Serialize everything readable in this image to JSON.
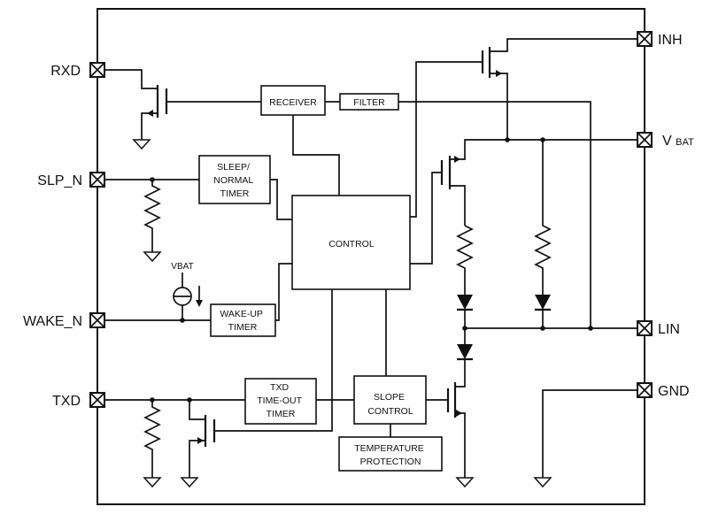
{
  "left_pins": {
    "rxd": "RXD",
    "slp_n": "SLP_N",
    "wake_n": "WAKE_N",
    "txd": "TXD"
  },
  "right_pins": {
    "inh": "INH",
    "vbat_main": "V",
    "vbat_sub": "BAT",
    "lin": "LIN",
    "gnd": "GND"
  },
  "blocks": {
    "receiver": [
      "RECEIVER"
    ],
    "filter": [
      "FILTER"
    ],
    "sleep_normal_timer": [
      "SLEEP/",
      "NORMAL",
      "TIMER"
    ],
    "control": [
      "CONTROL"
    ],
    "wake_up_timer": [
      "WAKE-UP",
      "TIMER"
    ],
    "txd_timeout_timer": [
      "TXD",
      "TIME-OUT",
      "TIMER"
    ],
    "slope_control": [
      "SLOPE",
      "CONTROL"
    ],
    "temperature_protection": [
      "TEMPERATURE",
      "PROTECTION"
    ]
  },
  "current_source_label": "VBAT"
}
